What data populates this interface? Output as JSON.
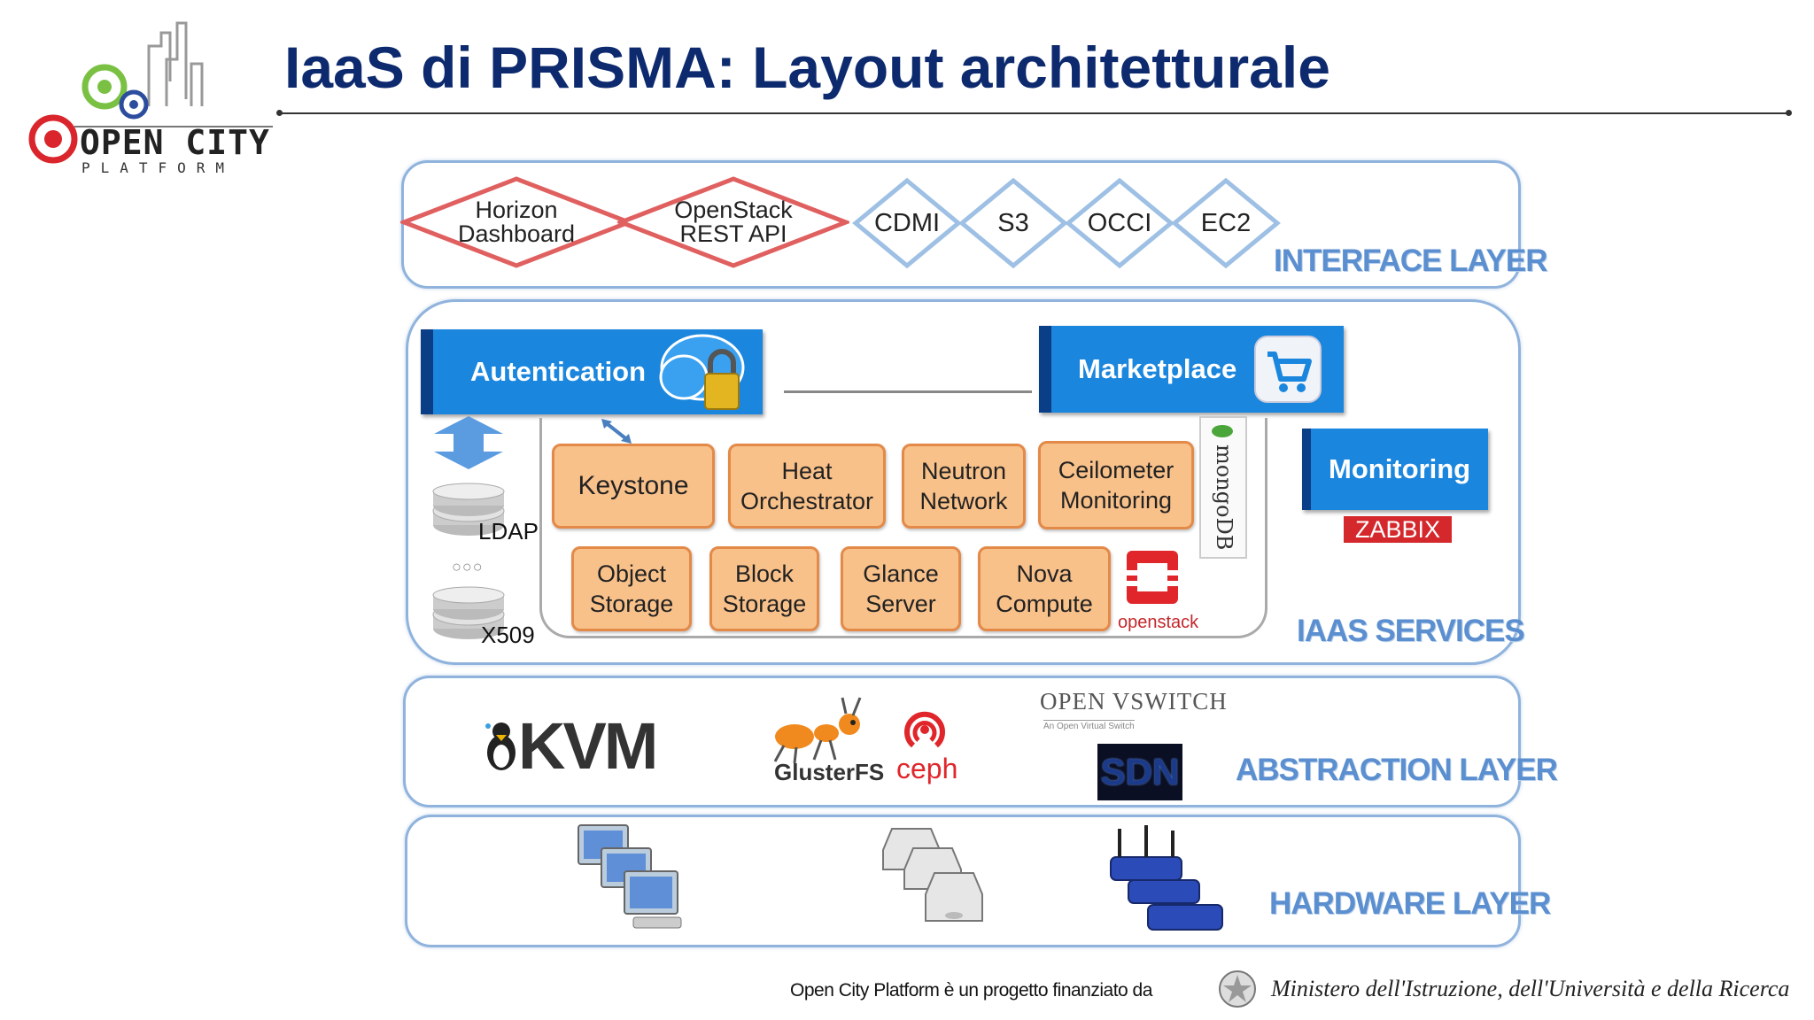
{
  "slide": {
    "title": "IaaS di PRISMA: Layout architetturale",
    "logo": {
      "line1": "OPEN CITY",
      "line2": "PLATFORM"
    },
    "footer": {
      "text": "Open City Platform è un progetto finanziato da",
      "ministry": "Ministero dell'Istruzione, dell'Università e della Ricerca"
    }
  },
  "interface_layer": {
    "label": "INTERFACE LAYER",
    "red_items": [
      {
        "line1": "Horizon",
        "line2": "Dashboard"
      },
      {
        "line1": "OpenStack",
        "line2": "REST API"
      }
    ],
    "blue_items": [
      "CDMI",
      "S3",
      "OCCI",
      "EC2"
    ],
    "colors": {
      "red": "#e06060",
      "blue": "#9ec0e4"
    }
  },
  "iaas_services": {
    "label": "IAAS SERVICES",
    "autentication": "Autentication",
    "marketplace": "Marketplace",
    "monitoring": "Monitoring",
    "zabbix": "ZABBIX",
    "ldap": "LDAP",
    "x509": "X509",
    "mongodb": "mongoDB",
    "openstack": "openstack",
    "row1": [
      {
        "line1": "Keystone",
        "line2": ""
      },
      {
        "line1": "Heat",
        "line2": "Orchestrator"
      },
      {
        "line1": "Neutron",
        "line2": "Network"
      },
      {
        "line1": "Ceilometer",
        "line2": "Monitoring"
      }
    ],
    "row2": [
      {
        "line1": "Object",
        "line2": "Storage"
      },
      {
        "line1": "Block",
        "line2": "Storage"
      },
      {
        "line1": "Glance",
        "line2": "Server"
      },
      {
        "line1": "Nova",
        "line2": "Compute"
      }
    ],
    "colors": {
      "service_fill": "#f9c18a",
      "service_border": "#e38a49",
      "blue_box": "#1a86dd"
    }
  },
  "abstraction_layer": {
    "label": "ABSTRACTION LAYER",
    "kvm": "KVM",
    "glusterfs": "GlusterFS",
    "ceph": "ceph",
    "openvswitch": "OPEN VSWITCH",
    "openvswitch_sub": "An Open Virtual Switch",
    "sdn": "SDN"
  },
  "hardware_layer": {
    "label": "HARDWARE LAYER",
    "icons": [
      "computers-icon",
      "disk-drives-icon",
      "routers-icon"
    ]
  }
}
